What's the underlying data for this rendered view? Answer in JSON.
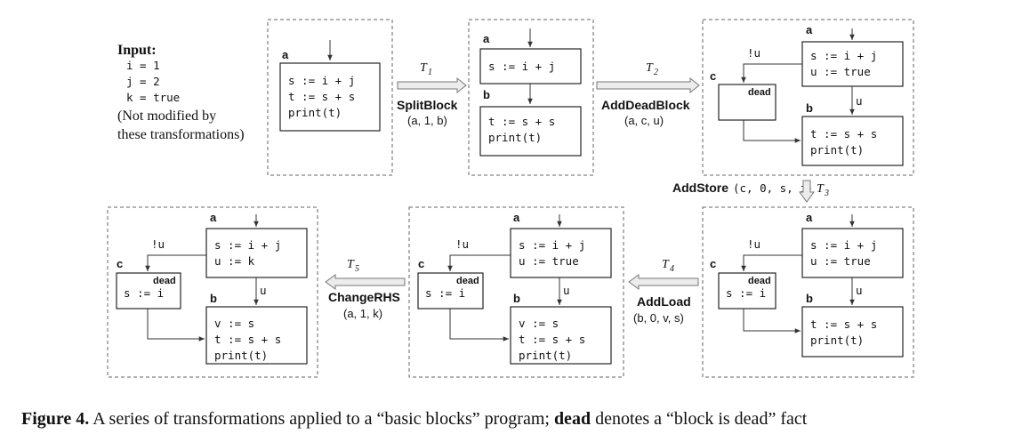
{
  "input": {
    "title": "Input:",
    "lines": [
      "i = 1",
      "j = 2",
      "k = true"
    ],
    "note": [
      "(Not modified by",
      "these transformations)"
    ]
  },
  "dead_label": "dead",
  "block_labels": {
    "a": "a",
    "b": "b",
    "c": "c"
  },
  "edge_u": "u",
  "edge_not_u": "!u",
  "panels": {
    "p1": {
      "a": [
        "s := i + j",
        "t := s + s",
        "print(t)"
      ]
    },
    "p2": {
      "a": [
        "s := i + j"
      ],
      "b": [
        "t := s + s",
        "print(t)"
      ]
    },
    "p3": {
      "a": [
        "s := i + j",
        "u := true"
      ],
      "b": [
        "t := s + s",
        "print(t)"
      ],
      "c": []
    },
    "p4": {
      "a": [
        "s := i + j",
        "u := true"
      ],
      "b": [
        "t := s + s",
        "print(t)"
      ],
      "c": [
        "s := i"
      ]
    },
    "p5": {
      "a": [
        "s := i + j",
        "u := true"
      ],
      "b": [
        "v := s",
        "t := s + s",
        "print(t)"
      ],
      "c": [
        "s := i"
      ]
    },
    "p6": {
      "a": [
        "s := i + j",
        "u := k"
      ],
      "b": [
        "v := s",
        "t := s + s",
        "print(t)"
      ],
      "c": [
        "s := i"
      ]
    }
  },
  "transforms": {
    "t1": {
      "sym": "T",
      "sub": "1",
      "name": "SplitBlock",
      "args": "(a, 1, b)"
    },
    "t2": {
      "sym": "T",
      "sub": "2",
      "name": "AddDeadBlock",
      "args": "(a, c, u)"
    },
    "t3": {
      "sym": "T",
      "sub": "3",
      "name": "AddStore",
      "args": "(c, 0, s, i)"
    },
    "t4": {
      "sym": "T",
      "sub": "4",
      "name": "AddLoad",
      "args": "(b, 0, v, s)"
    },
    "t5": {
      "sym": "T",
      "sub": "5",
      "name": "ChangeRHS",
      "args": "(a, 1, k)"
    }
  },
  "caption": {
    "label": "Figure 4.",
    "text1": " A series of transformations applied to a “basic blocks” program; ",
    "bold": "dead",
    "text2": " denotes a “block is dead” fact"
  }
}
